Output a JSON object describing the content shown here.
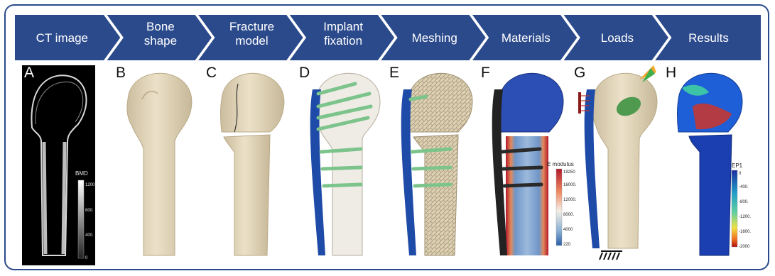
{
  "pipeline": {
    "steps": [
      {
        "letter": "A",
        "lines": [
          "CT image"
        ]
      },
      {
        "letter": "B",
        "lines": [
          "Bone",
          "shape"
        ]
      },
      {
        "letter": "C",
        "lines": [
          "Fracture",
          "model"
        ]
      },
      {
        "letter": "D",
        "lines": [
          "Implant",
          "fixation"
        ]
      },
      {
        "letter": "E",
        "lines": [
          "Meshing"
        ]
      },
      {
        "letter": "F",
        "lines": [
          "Materials"
        ]
      },
      {
        "letter": "G",
        "lines": [
          "Loads"
        ]
      },
      {
        "letter": "H",
        "lines": [
          "Results"
        ]
      }
    ]
  },
  "scales": {
    "bmd": {
      "title": "BMD",
      "ticks": [
        "1200.",
        "800.",
        "400.",
        "0"
      ]
    },
    "emodulus": {
      "title": "E modulus",
      "ticks": [
        "19250",
        "16000.",
        "12000.",
        "8000.",
        "4000",
        "220"
      ]
    },
    "ep1": {
      "title": "EP1",
      "ticks": [
        "0",
        "-400.",
        "-800.",
        "-1200.",
        "-1600.",
        "-2000"
      ]
    }
  },
  "colors": {
    "arrow_fill": "#2b4a8c",
    "frame": "#2b4a8c",
    "bone": "#e5d8bd",
    "plate": "#1e4aa8",
    "screws": "#7cc48c"
  }
}
